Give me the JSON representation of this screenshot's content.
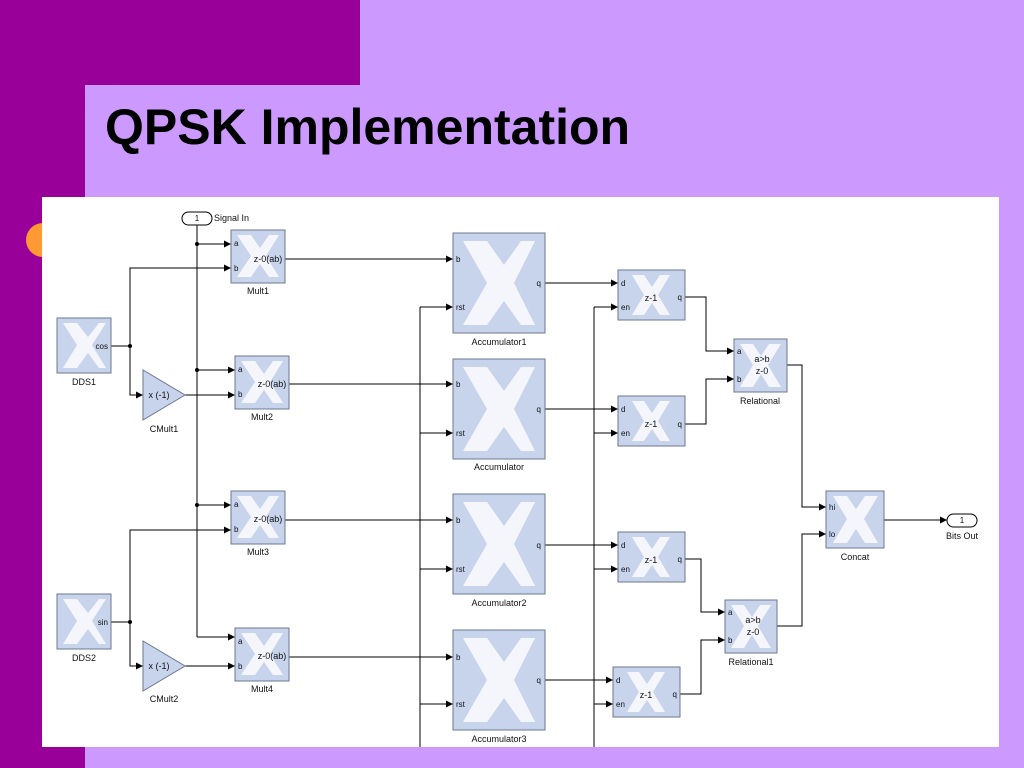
{
  "slide": {
    "title": "QPSK Implementation"
  },
  "diagram": {
    "signal_in": {
      "num": "1",
      "label": "Signal In"
    },
    "bits_out": {
      "num": "1",
      "label": "Bits Out"
    },
    "blocks": {
      "dds1": {
        "name": "DDS1",
        "port": "cos"
      },
      "dds2": {
        "name": "DDS2",
        "port": "sin"
      },
      "cmult1": {
        "name": "CMult1",
        "text": "x (-1)"
      },
      "cmult2": {
        "name": "CMult2",
        "text": "x (-1)"
      },
      "mult1": {
        "name": "Mult1",
        "in_a": "a",
        "in_b": "b",
        "text": "z-0(ab)"
      },
      "mult2": {
        "name": "Mult2",
        "in_a": "a",
        "in_b": "b",
        "text": "z-0(ab)"
      },
      "mult3": {
        "name": "Mult3",
        "in_a": "a",
        "in_b": "b",
        "text": "z-0(ab)"
      },
      "mult4": {
        "name": "Mult4",
        "in_a": "a",
        "in_b": "b",
        "text": "z-0(ab)"
      },
      "acc1": {
        "name": "Accumulator1",
        "in_b": "b",
        "in_rst": "rst",
        "out_q": "q"
      },
      "acc": {
        "name": "Accumulator",
        "in_b": "b",
        "in_rst": "rst",
        "out_q": "q"
      },
      "acc2": {
        "name": "Accumulator2",
        "in_b": "b",
        "in_rst": "rst",
        "out_q": "q"
      },
      "acc3": {
        "name": "Accumulator3",
        "in_b": "b",
        "in_rst": "rst",
        "out_q": "q"
      },
      "delay1": {
        "in_d": "d",
        "in_en": "en",
        "text": "z-1",
        "out_q": "q"
      },
      "delay2": {
        "in_d": "d",
        "in_en": "en",
        "text": "z-1",
        "out_q": "q"
      },
      "delay3": {
        "in_d": "d",
        "in_en": "en",
        "text": "z-1",
        "out_q": "q"
      },
      "delay4": {
        "in_d": "d",
        "in_en": "en",
        "text": "z-1",
        "out_q": "q"
      },
      "relational": {
        "name": "Relational",
        "in_a": "a",
        "in_b": "b",
        "text1": "a>b",
        "text2": "z-0"
      },
      "relational1": {
        "name": "Relational1",
        "in_a": "a",
        "in_b": "b",
        "text1": "a>b",
        "text2": "z-0"
      },
      "concat": {
        "name": "Concat",
        "in_hi": "hi",
        "in_lo": "lo"
      }
    }
  }
}
